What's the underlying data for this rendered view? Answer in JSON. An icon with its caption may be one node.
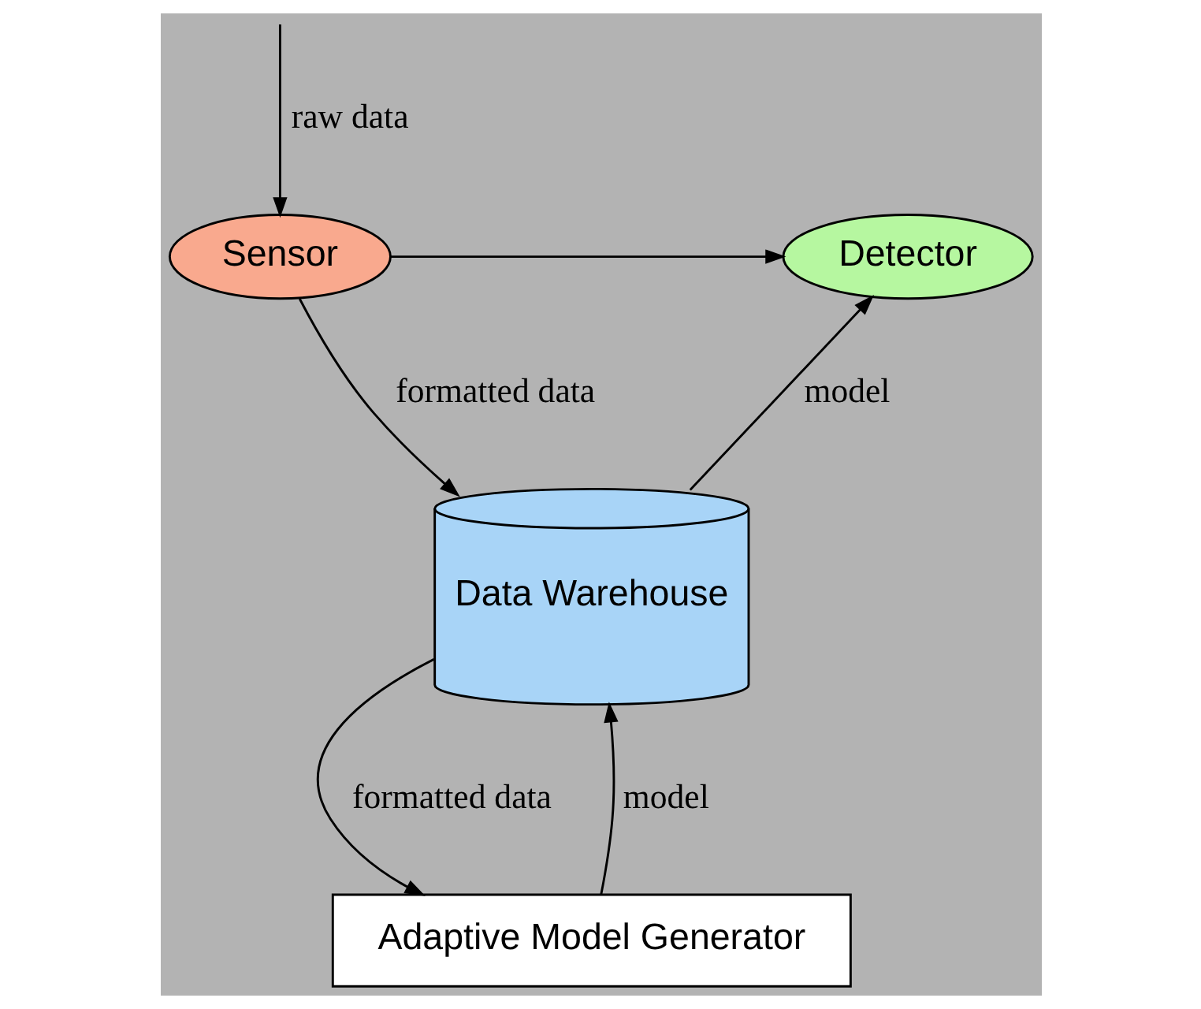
{
  "diagram": {
    "nodes": [
      {
        "text": [
          "Sensor"
        ]
      },
      {
        "text": [
          "Detector"
        ]
      },
      {
        "text": [
          "Data Warehouse"
        ]
      },
      {
        "text": [
          "Adaptive Model Generator"
        ]
      }
    ],
    "edges": [
      {
        "from": null,
        "to": 0,
        "arrow": "to",
        "label": "raw data"
      },
      {
        "from": 0,
        "to": 1,
        "arrow": "to"
      },
      {
        "from": 0,
        "to": 2,
        "arrow": "to",
        "label": "formatted data"
      },
      {
        "from": 2,
        "to": 1,
        "arrow": "to",
        "label": "model"
      },
      {
        "from": 2,
        "to": 3,
        "arrow": "to",
        "label": "formatted data"
      },
      {
        "from": 3,
        "to": 2,
        "arrow": "to",
        "label": "model"
      }
    ]
  }
}
